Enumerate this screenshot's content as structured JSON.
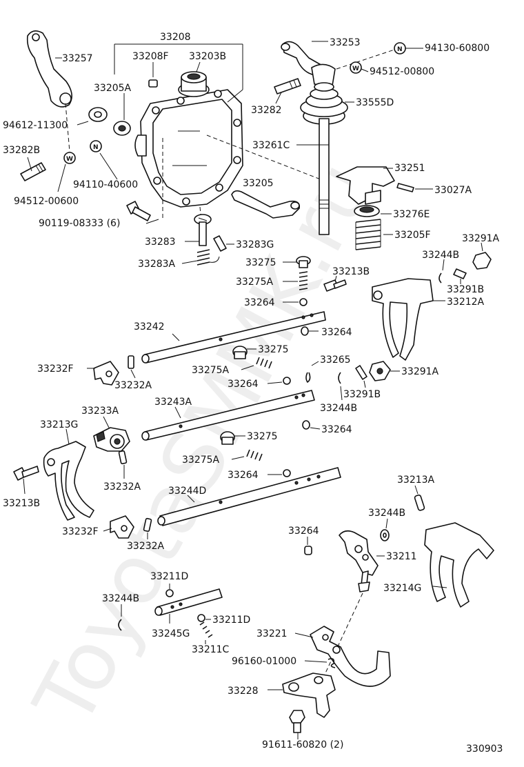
{
  "watermark": "ToyotaSMMK.ru",
  "diagram_code": "330903",
  "badge_n": "N",
  "badge_w": "W",
  "parts": {
    "p33208": "33208",
    "p33208F": "33208F",
    "p33203B": "33203B",
    "p33257": "33257",
    "p33205A": "33205A",
    "p33253": "33253",
    "p94130": "94130-60800",
    "p94512a": "94512-00800",
    "p33282": "33282",
    "p33555D": "33555D",
    "p94612": "94612-11300",
    "p33282B": "33282B",
    "p94110": "94110-40600",
    "p94512b": "94512-00600",
    "p33261C": "33261C",
    "p33251": "33251",
    "p33027A": "33027A",
    "p33205": "33205",
    "p33276E": "33276E",
    "p90119": "90119-08333 (6)",
    "p33205F": "33205F",
    "p33291A_1": "33291A",
    "p33283": "33283",
    "p33283G": "33283G",
    "p33244B_1": "33244B",
    "p33283A": "33283A",
    "p33275_1": "33275",
    "p33213B_1": "33213B",
    "p33291B_1": "33291B",
    "p33275A_1": "33275A",
    "p33212A": "33212A",
    "p33264_1": "33264",
    "p33242": "33242",
    "p33264_2": "33264",
    "p33275_2": "33275",
    "p33232F_1": "33232F",
    "p33275A_2": "33275A",
    "p33265": "33265",
    "p33291A_2": "33291A",
    "p33264_3": "33264",
    "p33232A_1": "33232A",
    "p33291B_2": "33291B",
    "p33233A": "33233A",
    "p33243A": "33243A",
    "p33244B_2": "33244B",
    "p33213G": "33213G",
    "p33264_4": "33264",
    "p33275_3": "33275",
    "p33275A_3": "33275A",
    "p33264_5": "33264",
    "p33213B_2": "33213B",
    "p33232A_2": "33232A",
    "p33244D": "33244D",
    "p33213A": "33213A",
    "p33244B_3": "33244B",
    "p33232F_2": "33232F",
    "p33232A_3": "33232A",
    "p33264_6": "33264",
    "p33211": "33211",
    "p33214G": "33214G",
    "p33211D_1": "33211D",
    "p33244B_4": "33244B",
    "p33211D_2": "33211D",
    "p33245G": "33245G",
    "p33221": "33221",
    "p33211C": "33211C",
    "p96160": "96160-01000",
    "p33228": "33228",
    "p91611": "91611-60820 (2)"
  }
}
